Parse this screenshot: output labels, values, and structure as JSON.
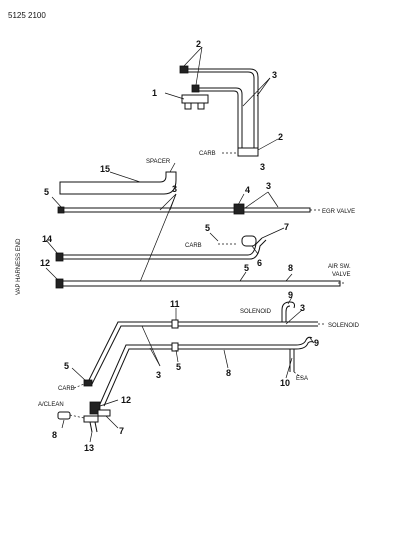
{
  "doc_id": "5125 2100",
  "side_label": "VAP HARNESS END",
  "callouts": {
    "n1": "1",
    "n2a": "2",
    "n2b": "2",
    "n3a": "3",
    "n3b": "3",
    "n15": "15",
    "n5a": "5",
    "n3c": "3",
    "n4": "4",
    "n3d": "3",
    "n5b": "5",
    "n7a": "7",
    "n14": "14",
    "n6": "6",
    "n12a": "12",
    "n5c": "5",
    "n8a": "8",
    "n11": "11",
    "n9a": "9",
    "n3e": "3",
    "n9b": "9",
    "n5d": "5",
    "n3f": "3",
    "n5e": "5",
    "n8b": "8",
    "n10": "10",
    "n12b": "12",
    "n7b": "7",
    "n8c": "8",
    "n13": "13"
  },
  "text_labels": {
    "carb_top": "CARB",
    "spacer": "SPACER",
    "egr_valve": "EGR VALVE",
    "carb_mid": "CARB",
    "air_sw_1": "AIR SW.",
    "air_sw_2": "VALVE",
    "solenoid_a": "SOLENOID",
    "solenoid_b": "SOLENOID",
    "esa": "ESA",
    "carb_bottom": "CARB",
    "a_clean": "A/CLEAN"
  }
}
